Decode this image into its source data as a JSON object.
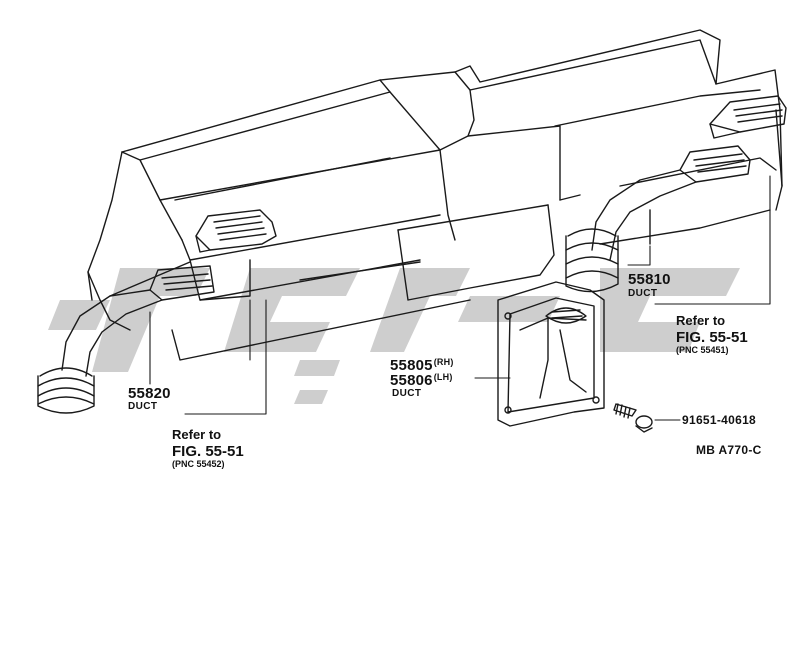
{
  "watermark_color": "#c9c9c9",
  "line_color": "#1a1a1a",
  "callouts": {
    "left_duct": {
      "part_no": "55820",
      "name": "DUCT"
    },
    "right_duct": {
      "part_no": "55810",
      "name": "DUCT"
    },
    "center_duct": {
      "part_no_rh": "55805",
      "rh": "(RH)",
      "part_no_lh": "55806",
      "lh": "(LH)",
      "name": "DUCT"
    },
    "bolt": {
      "part_no": "91651-40618"
    }
  },
  "refs": {
    "left": {
      "refer": "Refer to",
      "fig": "FIG. 55-51",
      "pnc": "(PNC 55452)"
    },
    "right": {
      "refer": "Refer to",
      "fig": "FIG. 55-51",
      "pnc": "(PNC 55451)"
    }
  },
  "diagram_code": "MB  A770-C"
}
